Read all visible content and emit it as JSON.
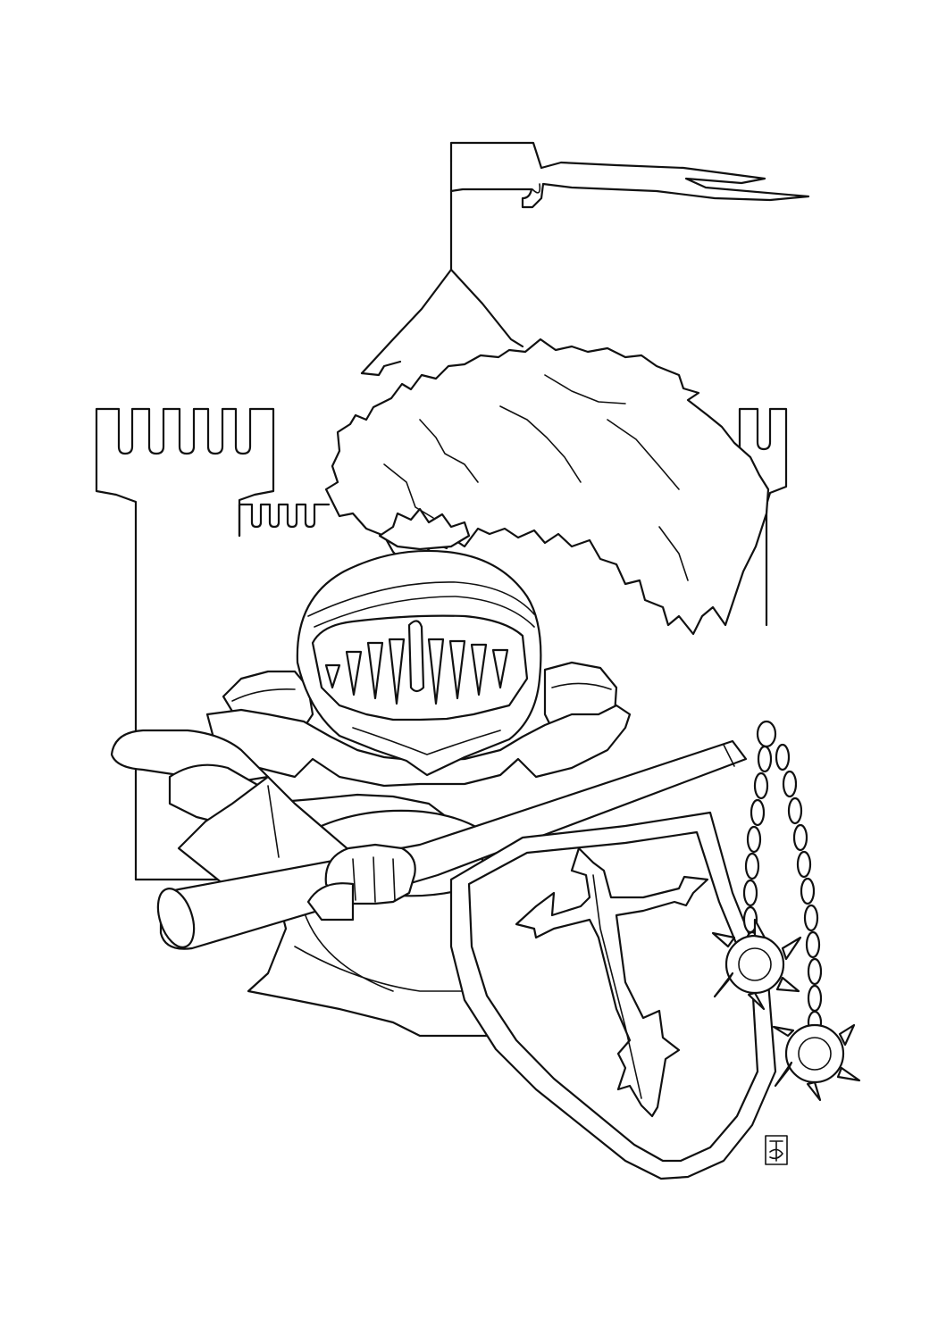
{
  "artwork": {
    "subject": "knight-in-front-of-castle",
    "style": "line-art coloring page",
    "colors": {
      "line": "#111111",
      "paper": "#ffffff"
    },
    "elements": [
      "castle-tower",
      "pennant-flag",
      "plume",
      "knight-helmet",
      "pauldrons",
      "battle-axe",
      "gauntlet",
      "heater-shield",
      "cross-emblem",
      "flail-chain",
      "spiked-ball",
      "artist-monogram"
    ]
  }
}
